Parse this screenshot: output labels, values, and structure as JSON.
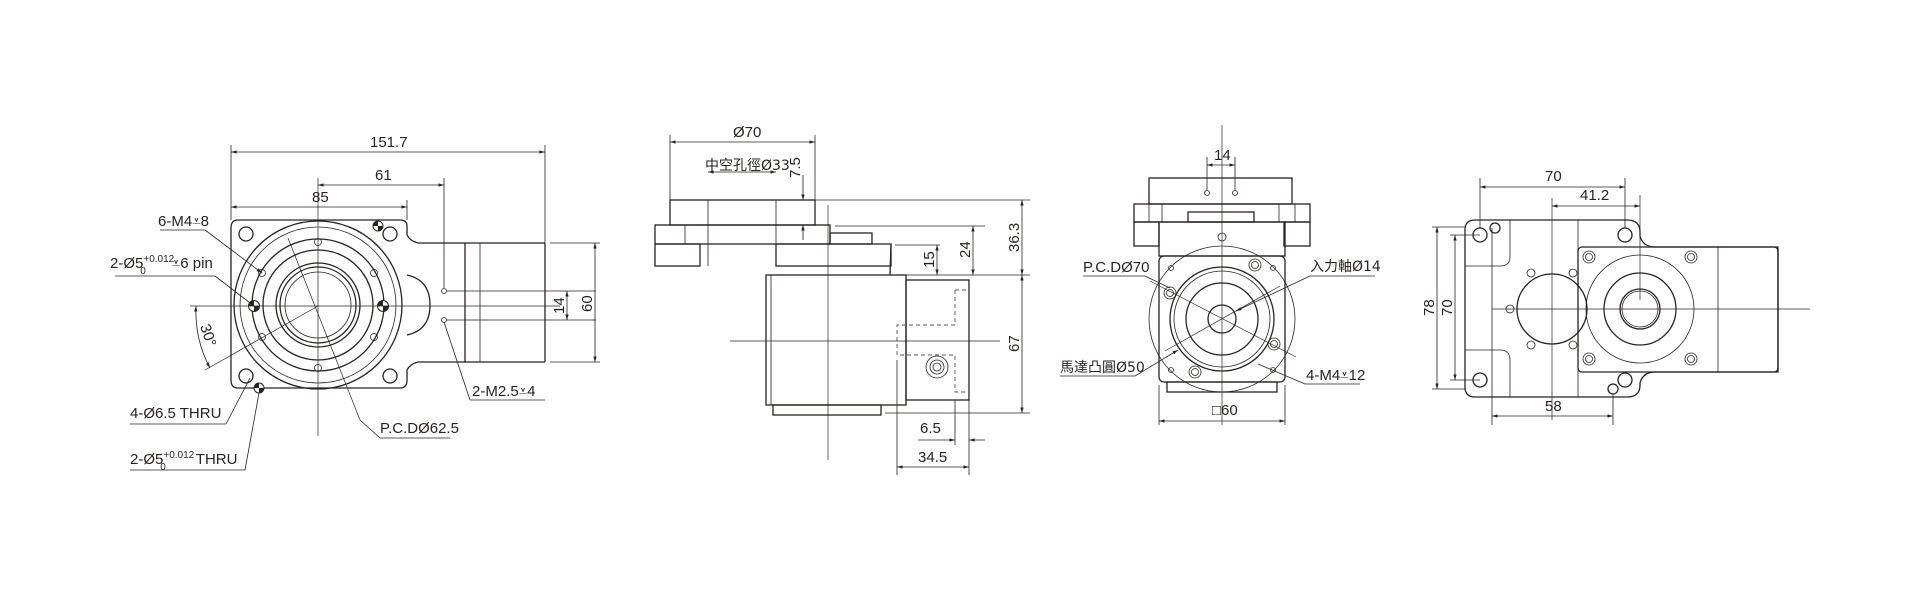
{
  "drawing": {
    "title": "Hollow rotary actuator dimension drawing",
    "stroke_color": "#2a2220",
    "background": "#ffffff"
  },
  "front_view": {
    "dims": {
      "overall_width": "151.7",
      "center_to_bolt": "61",
      "flange_width": "85",
      "height": "60",
      "hole_spacing": "14",
      "angle": "30°"
    },
    "callouts": {
      "tapped_holes": "6-M4",
      "tapped_depth": "8",
      "pin_holes": "2-Ø5",
      "pin_tol_upper": "+0.012",
      "pin_tol_lower": "0",
      "pin_suffix": "6 pin",
      "thru_holes": "4-Ø6.5 THRU",
      "pin_thru": "2-Ø5",
      "pin_thru_tol_upper": "+0.012",
      "pin_thru_tol_lower": "0",
      "pin_thru_suffix": "THRU",
      "pcd": "P.C.DØ62.5",
      "small_tap": "2-M2.5",
      "small_tap_depth": "4"
    }
  },
  "side_view": {
    "dims": {
      "flange_dia": "Ø70",
      "hollow_label": "中空孔徑Ø33",
      "step": "7.5",
      "d15": "15",
      "d24": "24",
      "d36": "36.3",
      "d67": "67",
      "d6_5": "6.5",
      "d34_5": "34.5"
    }
  },
  "motor_view": {
    "dims": {
      "top_spacing": "14",
      "square": "□60"
    },
    "callouts": {
      "pcd": "P.C.DØ70",
      "input_shaft": "入力軸Ø14",
      "motor_boss": "馬達凸圓Ø50",
      "tap": "4-M4",
      "tap_depth": "12"
    }
  },
  "bottom_view": {
    "dims": {
      "d70": "70",
      "d41_2": "41.2",
      "d78": "78",
      "d70v": "70",
      "d58": "58"
    }
  }
}
